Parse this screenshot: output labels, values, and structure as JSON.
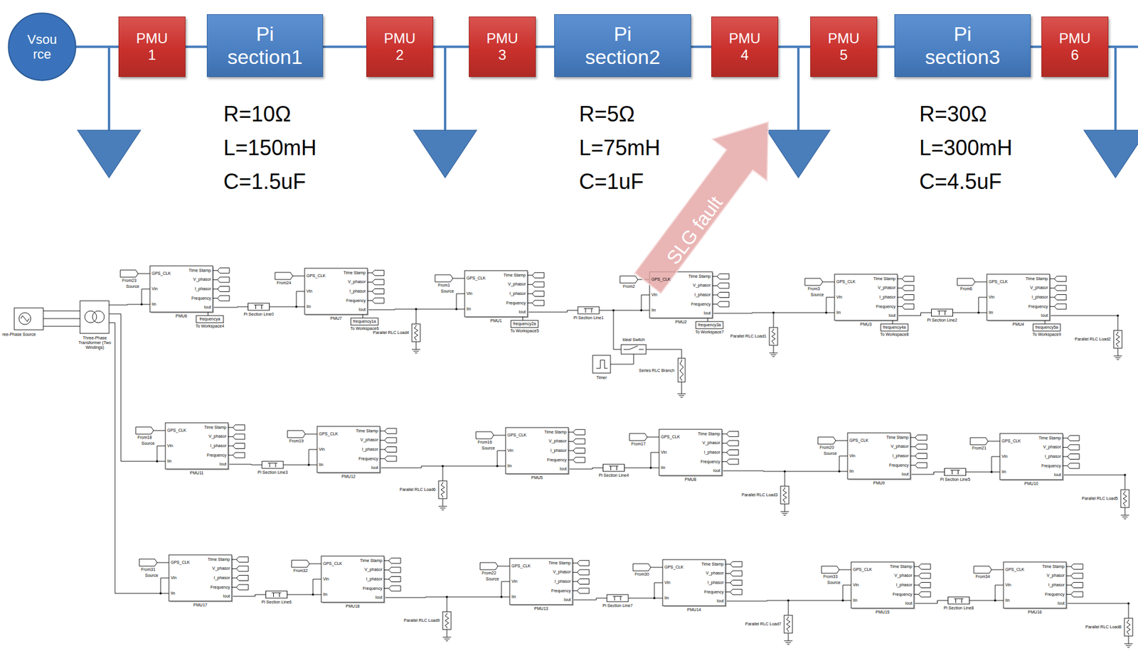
{
  "diagram": {
    "nodes": [
      {
        "text": [
          "Vsou rce"
        ]
      },
      {
        "text": [
          "PMU 1"
        ]
      },
      {
        "text": [
          "Pi section1"
        ]
      },
      {
        "text": [
          "PMU 2"
        ]
      },
      {
        "text": [
          "PMU 3"
        ]
      },
      {
        "text": [
          "Pi section2"
        ]
      },
      {
        "text": [
          "PMU 4"
        ]
      },
      {
        "text": [
          "PMU 5"
        ]
      },
      {
        "text": [
          "Pi section3"
        ]
      },
      {
        "text": [
          "PMU 6"
        ]
      }
    ],
    "edges": [
      {
        "from": 0,
        "to": 1,
        "arrow": "none"
      },
      {
        "from": 1,
        "to": 2,
        "arrow": "none"
      },
      {
        "from": 2,
        "to": 3,
        "arrow": "none"
      },
      {
        "from": 3,
        "to": 4,
        "arrow": "none"
      },
      {
        "from": 4,
        "to": 5,
        "arrow": "none"
      },
      {
        "from": 5,
        "to": 6,
        "arrow": "none"
      },
      {
        "from": 6,
        "to": 7,
        "arrow": "none"
      },
      {
        "from": 7,
        "to": 8,
        "arrow": "none"
      },
      {
        "from": 8,
        "to": 9,
        "arrow": "none"
      }
    ],
    "labels": [
      "R=10Ω",
      "L=150mH",
      "C=1.5uF",
      "R=5Ω",
      "L=75mH",
      "C=1uF",
      "R=30Ω",
      "L=300mH",
      "C=4.5uF",
      "SLG fault",
      "ree-Phase Source",
      "Three-Phase Transformer (Two Windings)",
      "PMU6",
      "From23",
      "GPS_CLK",
      "Vin",
      "Iin",
      "Time Stamp",
      "V_phasor",
      "I_phasor",
      "Frequency",
      "Iout",
      "PMU7",
      "From24",
      "GPS_CLK",
      "Vin",
      "Iin",
      "Time Stamp",
      "V_phasor",
      "I_phasor",
      "Frequency",
      "Iout",
      "PMU1",
      "From1",
      "GPS_CLK",
      "Vin",
      "Iin",
      "Time Stamp",
      "V_phasor",
      "I_phasor",
      "Frequency",
      "Iout",
      "PMU2",
      "From2",
      "GPS_CLK",
      "Vin",
      "Iin",
      "Time Stamp",
      "V_phasor",
      "I_phasor",
      "Frequency",
      "Iout",
      "PMU3",
      "From3",
      "GPS_CLK",
      "Vin",
      "Iin",
      "Time Stamp",
      "V_phasor",
      "I_phasor",
      "Frequency",
      "Iout",
      "PMU4",
      "From6",
      "GPS_CLK",
      "Vin",
      "Iin",
      "Time Stamp",
      "V_phasor",
      "I_phasor",
      "Frequency",
      "Iout",
      "PMU11",
      "From18",
      "GPS_CLK",
      "Vin",
      "Iin",
      "Time Stamp",
      "V_phasor",
      "I_phasor",
      "Frequency",
      "Iout",
      "PMU12",
      "From19",
      "GPS_CLK",
      "Vin",
      "Iin",
      "Time Stamp",
      "V_phasor",
      "I_phasor",
      "Frequency",
      "Iout",
      "PMU5",
      "From16",
      "GPS_CLK",
      "Vin",
      "Iin",
      "Time Stamp",
      "V_phasor",
      "I_phasor",
      "Frequency",
      "Iout",
      "PMU8",
      "From17",
      "GPS_CLK",
      "Vin",
      "Iin",
      "Time Stamp",
      "V_phasor",
      "I_phasor",
      "Frequency",
      "Iout",
      "PMU9",
      "From20",
      "GPS_CLK",
      "Vin",
      "Iin",
      "Time Stamp",
      "V_phasor",
      "I_phasor",
      "Frequency",
      "Iout",
      "PMU10",
      "From21",
      "GPS_CLK",
      "Vin",
      "Iin",
      "Time Stamp",
      "V_phasor",
      "I_phasor",
      "Frequency",
      "Iout",
      "PMU17",
      "From31",
      "GPS_CLK",
      "Vin",
      "Iin",
      "Time Stamp",
      "V_phasor",
      "I_phasor",
      "Frequency",
      "Iout",
      "PMU18",
      "From32",
      "GPS_CLK",
      "Vin",
      "Iin",
      "Time Stamp",
      "V_phasor",
      "I_phasor",
      "Frequency",
      "Iout",
      "PMU13",
      "From22",
      "GPS_CLK",
      "Vin",
      "Iin",
      "Time Stamp",
      "V_phasor",
      "I_phasor",
      "Frequency",
      "Iout",
      "PMU14",
      "From30",
      "GPS_CLK",
      "Vin",
      "Iin",
      "Time Stamp",
      "V_phasor",
      "I_phasor",
      "Frequency",
      "Iout",
      "PMU15",
      "From33",
      "GPS_CLK",
      "Vin",
      "Iin",
      "Time Stamp",
      "V_phasor",
      "I_phasor",
      "Frequency",
      "Iout",
      "PMU16",
      "From34",
      "GPS_CLK",
      "Vin",
      "Iin",
      "Time Stamp",
      "V_phasor",
      "I_phasor",
      "Frequency",
      "Iout",
      "Source",
      "Source",
      "Source",
      "Source",
      "Source",
      "Source",
      "Source",
      "Source",
      "Source",
      "Pi Section Line0",
      "Pi Section Line1",
      "Pi Section Line2",
      "Pi Section Line3",
      "Pi Section Line4",
      "Pi Section Line5",
      "Pi Section Line6",
      "Pi Section Line7",
      "Pi Section Line8",
      "Parallel RLC Load4",
      "Parallel RLC Load1",
      "Parallel RLC Load2",
      "Parallel RLC Load6",
      "Parallel RLC Load3",
      "Parallel RLC Load5",
      "Parallel RLC Load9",
      "Parallel RLC Load7",
      "Parallel RLC Load8",
      "frequencya",
      "To Workspace4",
      "frequency1a",
      "To Workspace6",
      "frequency2a",
      "To Workspace5",
      "frequency3a",
      "To Workspace7",
      "frequency4a",
      "To Workspace8",
      "frequency5a",
      "To Workspace9",
      "Timer",
      "Ideal Switch",
      "Series RLC Branch"
    ]
  }
}
